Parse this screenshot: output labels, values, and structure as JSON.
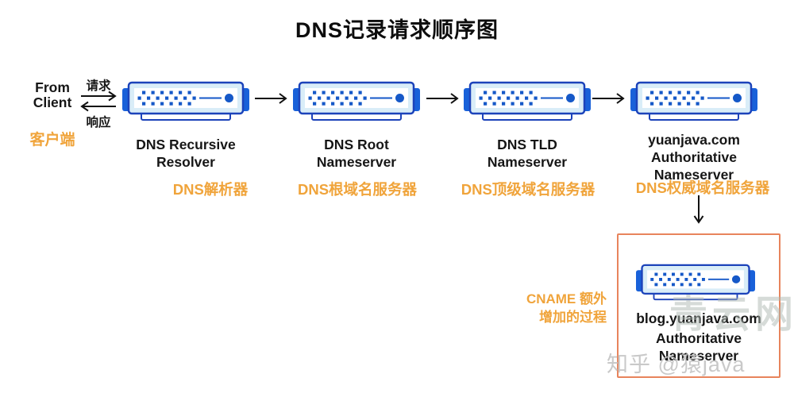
{
  "title": "DNS记录请求顺序图",
  "client": {
    "lines": [
      "From",
      "Client"
    ],
    "cn": "客户端",
    "request": "请求",
    "response": "响应"
  },
  "servers": [
    {
      "lines": [
        "DNS Recursive",
        "Resolver"
      ],
      "cn": "DNS解析器"
    },
    {
      "lines": [
        "DNS Root",
        "Nameserver"
      ],
      "cn": "DNS根域名服务器"
    },
    {
      "lines": [
        "DNS TLD",
        "Nameserver"
      ],
      "cn": "DNS顶级域名服务器"
    },
    {
      "lines": [
        "yuanjava.com",
        "Authoritative",
        "Nameserver"
      ],
      "cn": "DNS权威域名服务器"
    }
  ],
  "cname": {
    "note_lines": [
      "CNAME 额外",
      "增加的过程"
    ],
    "server_lines": [
      "blog.yuanjava.com",
      "Authoritative",
      "Nameserver"
    ]
  },
  "watermarks": {
    "primary": "青云网",
    "secondary": "知乎 @猿java"
  },
  "colors": {
    "accent_orange": "#F0A43B",
    "box_border": "#E8845C",
    "server_tab_blue": "#1961D9",
    "server_border_blue": "#1C43BA",
    "server_fill_light": "#D9EDF8",
    "server_detail_blue": "#1558C8",
    "arrow_black": "#111111"
  }
}
